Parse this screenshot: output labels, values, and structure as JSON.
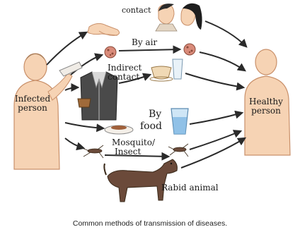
{
  "nodes": {
    "source": [
      "Infected",
      "person"
    ],
    "target": [
      "Healthy",
      "person"
    ]
  },
  "routes": {
    "contact": "contact",
    "air": "By air",
    "indirect": [
      "Indirect",
      "contact"
    ],
    "food": [
      "By",
      "food"
    ],
    "insect": [
      "Mosquito/",
      "Insect"
    ],
    "animal": "Rabid animal"
  },
  "caption": "Common methods of transmission of diseases.",
  "colors": {
    "skin": "#f6d3b4",
    "skin_outline": "#c9906a",
    "arrow": "#2a2a2a",
    "dog": "#6b4a3a",
    "germ": "#d98b7a",
    "glass": "#7fb8e3"
  }
}
